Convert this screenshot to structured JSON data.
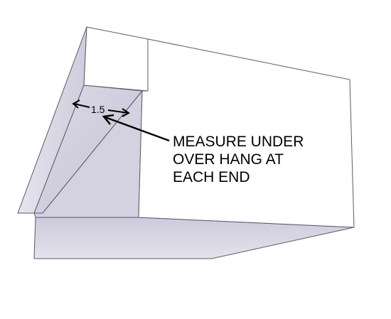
{
  "diagram": {
    "dimension_label": "1.5",
    "instruction_lines": [
      "MEASURE UNDER",
      "OVER HANG AT",
      "EACH END"
    ],
    "colors": {
      "outline": "#5a5a6a",
      "face_white": "#ffffff",
      "face_shade_dark": "#c9c6d6",
      "face_shade_light": "#e6e4ee",
      "text": "#000000"
    }
  }
}
